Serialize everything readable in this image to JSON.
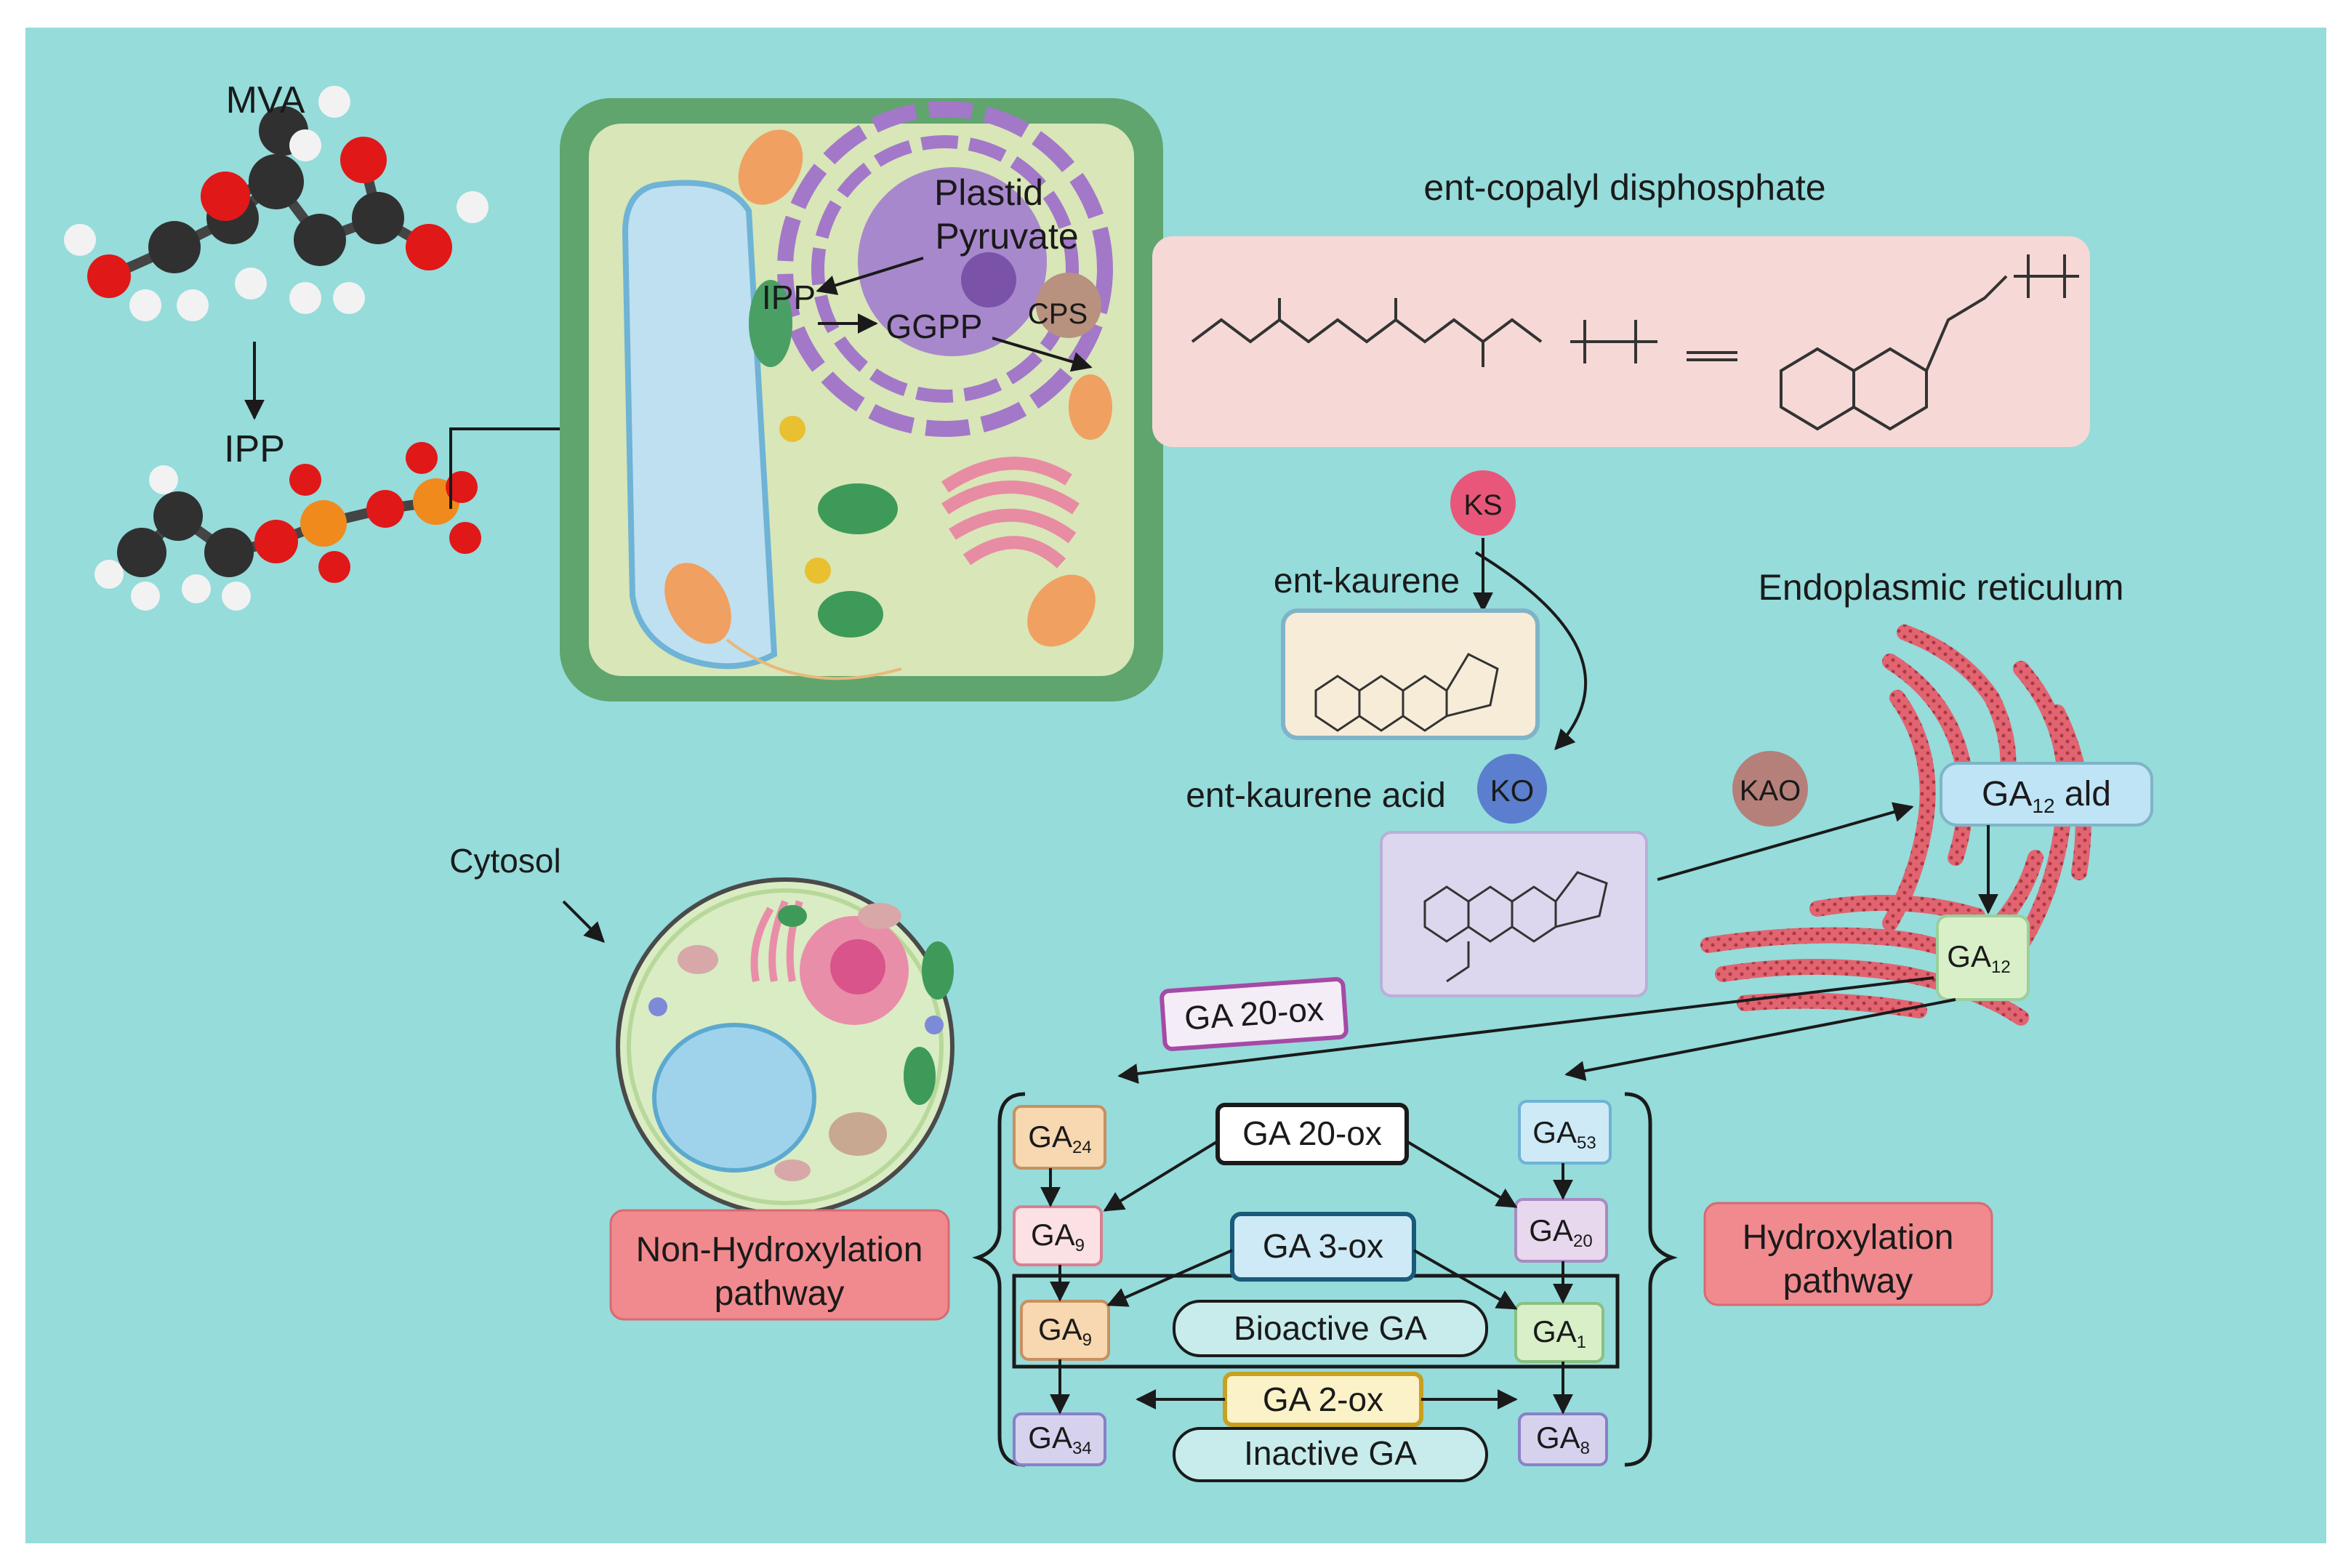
{
  "colors": {
    "background": "#95dcdb",
    "frame": "#ffffff",
    "ink": "#1a1a1a",
    "pathway_label_fill": "#f08a8e",
    "ks_ball": "#e8577a",
    "ko_ball": "#5b7fce",
    "kao_ball": "#b5807a",
    "er_red": "#e26470"
  },
  "molecules": {
    "mva_label": "MVA",
    "ipp_label": "IPP"
  },
  "plant_cell": {
    "plastid_label": "Plastid",
    "pyruvate_label": "Pyruvate",
    "ipp_label": "IPP",
    "ggpp_label": "GGPP",
    "cps_label": "CPS"
  },
  "copalyl": {
    "title": "ent-copalyl disphosphate"
  },
  "enzymes": {
    "ks": "KS",
    "ko": "KO",
    "kao": "KAO"
  },
  "intermediates": {
    "ent_kaurene": "ent-kaurene",
    "ent_kaurene_acid": "ent-kaurene acid"
  },
  "er": {
    "title": "Endoplasmic reticulum",
    "ga12_ald_base": "GA",
    "ga12_ald_sub": "12",
    "ga12_ald_suffix": " ald",
    "ga12_base": "GA",
    "ga12_sub": "12"
  },
  "cytosol": {
    "label": "Cytosol"
  },
  "gibberellins": {
    "ga20ox_side": "GA 20-ox",
    "ga20ox_center": "GA 20-ox",
    "ga3ox": "GA 3-ox",
    "bioactive": "Bioactive GA",
    "ga2ox": "GA 2-ox",
    "inactive": "Inactive GA",
    "left_column": [
      {
        "base": "GA",
        "sub": "24"
      },
      {
        "base": "GA",
        "sub": "9"
      },
      {
        "base": "GA",
        "sub": "9"
      },
      {
        "base": "GA",
        "sub": "34"
      }
    ],
    "right_column": [
      {
        "base": "GA",
        "sub": "53"
      },
      {
        "base": "GA",
        "sub": "20"
      },
      {
        "base": "GA",
        "sub": "1"
      },
      {
        "base": "GA",
        "sub": "8"
      }
    ]
  },
  "pathways": {
    "non_hydroxylation_line1": "Non-Hydroxylation",
    "non_hydroxylation_line2": "pathway",
    "hydroxylation_line1": "Hydroxylation",
    "hydroxylation_line2": "pathway"
  }
}
